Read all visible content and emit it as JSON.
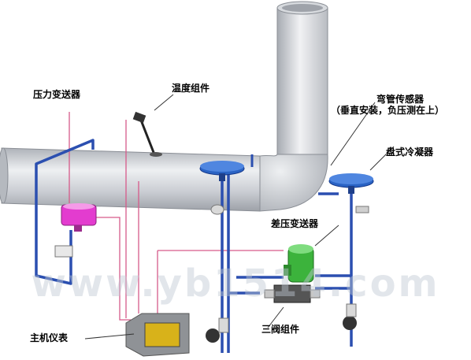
{
  "labels": {
    "pressure_transmitter": "压力变送器",
    "temperature_assembly": "温度组件",
    "elbow_sensor": "弯管传感器",
    "elbow_sensor_note": "（垂直安装，负压测在上）",
    "disc_condenser": "盘式冷凝器",
    "differential_transmitter": "差压变送器",
    "host_instrument": "主机仪表",
    "three_valve_assembly": "三阀组件"
  },
  "watermark": "www.yb1514.com",
  "colors": {
    "pipe_body": "#c9ccd2",
    "pipe_highlight": "#eef0f2",
    "impulse_line": "#2b4fb0",
    "signal_line": "#d65a8a",
    "condenser": "#2a63c4",
    "pressure_transmitter": "#e33ccf",
    "differential_transmitter": "#3cb33c",
    "host_box": "#8f9296",
    "host_screen": "#d8b21a"
  }
}
